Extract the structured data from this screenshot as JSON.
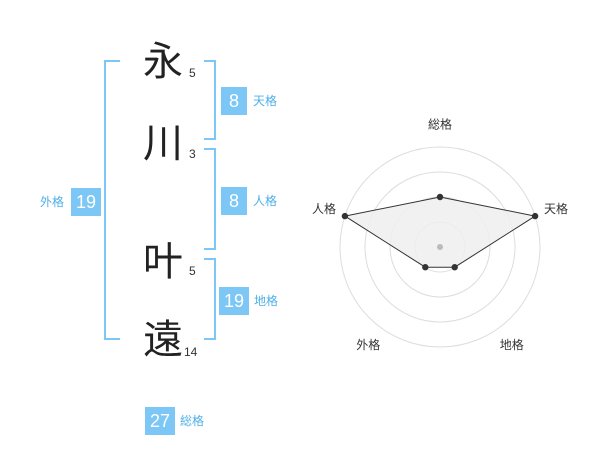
{
  "name": {
    "chars": [
      {
        "char": "永",
        "strokes": "5"
      },
      {
        "char": "川",
        "strokes": "3"
      },
      {
        "char": "叶",
        "strokes": "5"
      },
      {
        "char": "遠",
        "strokes": "14"
      }
    ]
  },
  "kakusu": {
    "tenkaku": {
      "value": "8",
      "label": "天格"
    },
    "jinkaku": {
      "value": "8",
      "label": "人格"
    },
    "chikaku": {
      "value": "19",
      "label": "地格"
    },
    "gaikaku": {
      "value": "19",
      "label": "外格"
    },
    "soukaku": {
      "value": "27",
      "label": "総格"
    }
  },
  "chart_data": {
    "type": "radar",
    "axes": [
      "総格",
      "天格",
      "地格",
      "外格",
      "人格"
    ],
    "values": [
      0.5,
      1.0,
      0.25,
      0.25,
      1.0
    ],
    "range": [
      0,
      1
    ],
    "rings": 4,
    "colors": {
      "fill": "#eeeeee",
      "line": "#333333",
      "grid": "#dddddd",
      "center": "#bbbbbb"
    }
  }
}
